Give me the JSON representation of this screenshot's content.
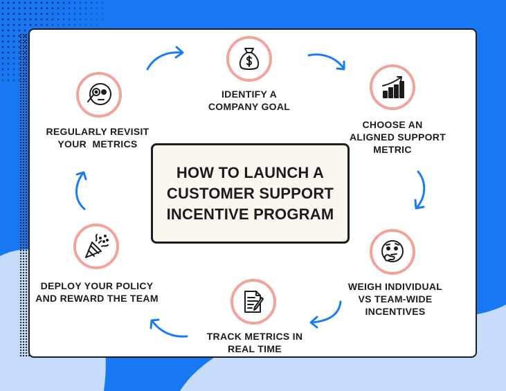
{
  "title": "HOW TO LAUNCH A\nCUSTOMER SUPPORT\nINCENTIVE PROGRAM",
  "steps": [
    {
      "label": "IDENTIFY A\nCOMPANY GOAL",
      "icon": "money-bag-icon"
    },
    {
      "label": "CHOOSE AN\nALIGNED SUPPORT\nMETRIC",
      "icon": "bar-chart-growth-icon"
    },
    {
      "label": "WEIGH INDIVIDUAL\nVS TEAM-WIDE\nINCENTIVES",
      "icon": "thinking-face-icon"
    },
    {
      "label": "TRACK METRICS IN\nREAL TIME",
      "icon": "document-pen-icon"
    },
    {
      "label": "DEPLOY YOUR POLICY\nAND REWARD THE TEAM",
      "icon": "party-popper-icon"
    },
    {
      "label": "REGULARLY REVISIT\nYOUR  METRICS",
      "icon": "face-magnifier-icon"
    }
  ],
  "colors": {
    "background": "#1877f2",
    "light_blob": "#c7dcfb",
    "accent_circle": "#f2a39a",
    "arrow": "#1a7cf0",
    "text": "#1b1b1b",
    "center_box": "#fbf6ee"
  }
}
